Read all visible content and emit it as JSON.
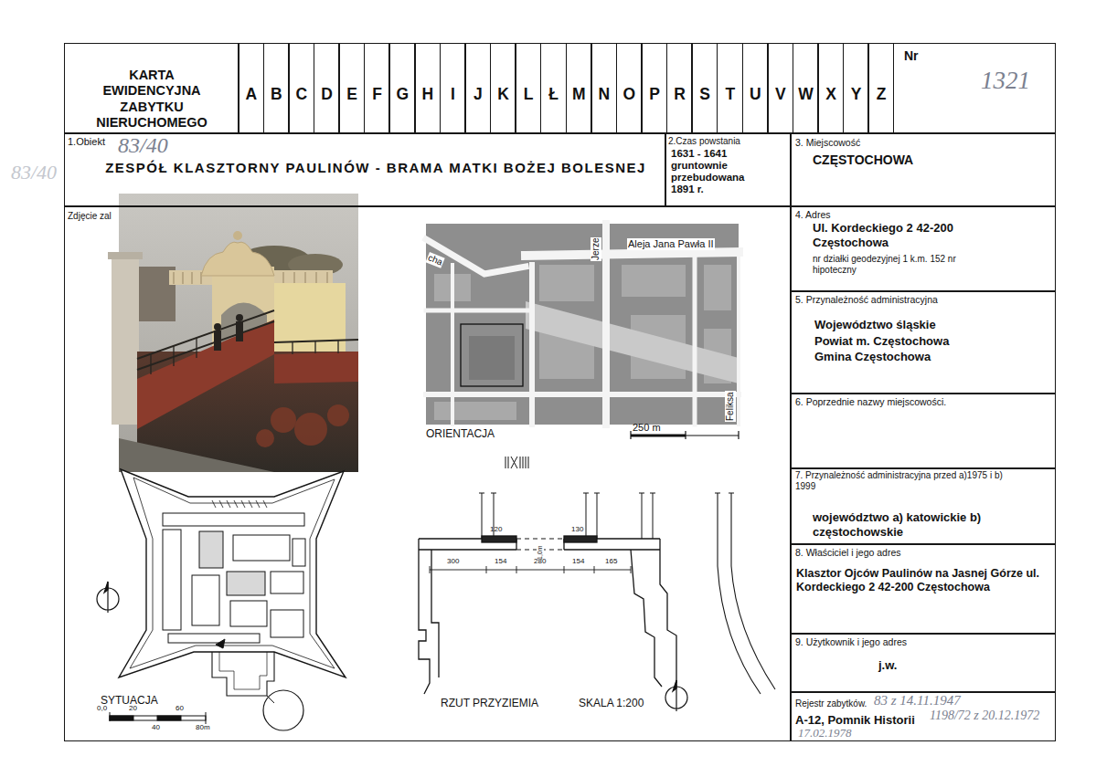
{
  "diagram": {
    "nodes": [
      {
        "text": [
          "KARTA EWIDENCYJNA ZABYTKU NIERUCHOMEGO"
        ]
      },
      {
        "text": [
          "A"
        ]
      },
      {
        "text": [
          "B"
        ]
      },
      {
        "text": [
          "C"
        ]
      },
      {
        "text": [
          "D"
        ]
      },
      {
        "text": [
          "E"
        ]
      },
      {
        "text": [
          "F"
        ]
      },
      {
        "text": [
          "G"
        ]
      },
      {
        "text": [
          "H"
        ]
      },
      {
        "text": [
          "I"
        ]
      },
      {
        "text": [
          "J"
        ]
      },
      {
        "text": [
          "K"
        ]
      },
      {
        "text": [
          "L"
        ]
      },
      {
        "text": [
          "Ł"
        ]
      },
      {
        "text": [
          "M"
        ]
      },
      {
        "text": [
          "N"
        ]
      },
      {
        "text": [
          "O"
        ]
      },
      {
        "text": [
          "P"
        ]
      },
      {
        "text": [
          "R"
        ]
      },
      {
        "text": [
          "S"
        ]
      },
      {
        "text": [
          "T"
        ]
      },
      {
        "text": [
          "U"
        ]
      },
      {
        "text": [
          "V"
        ]
      },
      {
        "text": [
          "W"
        ]
      },
      {
        "text": [
          "X"
        ]
      },
      {
        "text": [
          "Y"
        ]
      },
      {
        "text": [
          "Z"
        ]
      },
      {
        "text": [
          "Nr",
          "1321"
        ]
      },
      {
        "text": [
          "1.Obiekt",
          "83/40",
          "ZESPÓŁ KLASZTORNY PAULINÓW - BRAMA MATKI BOŻEJ BOLESNEJ"
        ]
      },
      {
        "text": [
          "2.Czas powstania",
          "1631 - 1641 gruntownie przebudowana 1891 r."
        ]
      },
      {
        "text": [
          "3. Miejscowość",
          "CZĘSTOCHOWA"
        ]
      },
      {
        "text": [
          "Zdjęcie zal"
        ]
      },
      {
        "text": [
          "4. Adres",
          "Ul. Kordeckiego 2 42-200 Częstochowa",
          "nr działki geodezyjnej 1 k.m. 152 nr hipoteczny"
        ]
      },
      {
        "text": [
          "5. Przynależność administracyjna",
          "Województwo śląskie Powiat m. Częstochowa Gmina Częstochowa"
        ]
      },
      {
        "text": [
          "6. Poprzednie nazwy miejscowości."
        ]
      },
      {
        "text": [
          "7. Przynależność administracyjna przed a)1975 i b) 1999",
          "województwo a) katowickie b) częstochowskie"
        ]
      },
      {
        "text": [
          "8. Właściciel i jego adres",
          "Klasztor Ojców Paulinów na Jasnej Górze ul. Kordeckiego 2 42-200 Częstochowa"
        ]
      },
      {
        "text": [
          "9. Użytkownik i jego adres",
          "j.w."
        ]
      },
      {
        "text": [
          "Rejestr zabytków.",
          "83 z 14.11.1947",
          "A-12, Pomnik Historii",
          "1198/72 z 20.12.1972",
          "17.02.1978"
        ]
      }
    ],
    "labels": [
      "83/40",
      "cha",
      "Jerze",
      "Aleja Jana Pawła II",
      "Feliksa",
      "ORIENTACJA",
      "250 m",
      "SYTUACJA",
      "0,0",
      "20",
      "40",
      "60",
      "80m",
      "RZUT PRZYZIEMIA",
      "SKALA 1:200",
      "120",
      "130",
      "1,0m",
      "300",
      "154",
      "280",
      "154",
      "165"
    ]
  }
}
